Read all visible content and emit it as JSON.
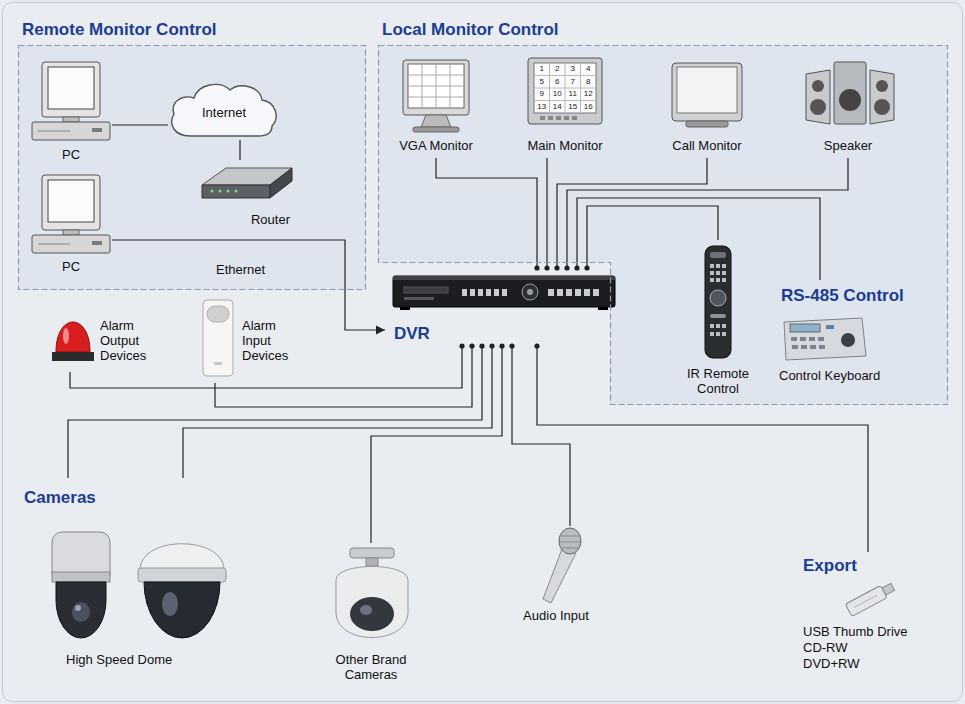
{
  "diagram": {
    "nodes": [
      {
        "text": [
          "Remote Monitor Control"
        ]
      },
      {
        "text": [
          "PC"
        ],
        "in": 0
      },
      {
        "text": [
          "Internet"
        ],
        "in": 0
      },
      {
        "text": [
          "PC"
        ],
        "in": 0
      },
      {
        "text": [
          "Router"
        ],
        "in": 0
      },
      {
        "text": [
          "Local Monitor Control"
        ]
      },
      {
        "text": [
          "VGA Monitor"
        ],
        "in": 5
      },
      {
        "text": [
          "Main Monitor"
        ],
        "in": 5
      },
      {
        "text": [
          "Call Monitor"
        ],
        "in": 5
      },
      {
        "text": [
          "Speaker"
        ],
        "in": 5
      },
      {
        "text": [
          "IR Remote Control"
        ],
        "in": 5
      },
      {
        "text": [
          "RS-485 Control",
          "Control Keyboard"
        ],
        "in": 5
      },
      {
        "text": [
          "DVR"
        ]
      },
      {
        "text": [
          "Alarm Output Devices"
        ]
      },
      {
        "text": [
          "Alarm Input Devices"
        ]
      },
      {
        "text": [
          "Cameras",
          "High Speed Dome"
        ]
      },
      {
        "text": [
          "Other Brand Cameras"
        ]
      },
      {
        "text": [
          "Audio Input"
        ]
      },
      {
        "text": [
          "Export",
          "USB Thumb Drive",
          "CD-RW",
          "DVD+RW"
        ]
      }
    ],
    "edges": [
      {
        "from": 1,
        "to": 2,
        "arrow": "none"
      },
      {
        "from": 2,
        "to": 4,
        "arrow": "none"
      },
      {
        "from": 3,
        "to": 12,
        "arrow": "to"
      },
      {
        "from": 12,
        "to": 6,
        "arrow": "none"
      },
      {
        "from": 12,
        "to": 7,
        "arrow": "none"
      },
      {
        "from": 12,
        "to": 8,
        "arrow": "none"
      },
      {
        "from": 12,
        "to": 9,
        "arrow": "none"
      },
      {
        "from": 12,
        "to": 10,
        "arrow": "none"
      },
      {
        "from": 12,
        "to": 11,
        "arrow": "none"
      },
      {
        "from": 12,
        "to": 13,
        "arrow": "none"
      },
      {
        "from": 12,
        "to": 14,
        "arrow": "none"
      },
      {
        "from": 12,
        "to": 15,
        "arrow": "none"
      },
      {
        "from": 12,
        "to": 15,
        "arrow": "none"
      },
      {
        "from": 12,
        "to": 16,
        "arrow": "none"
      },
      {
        "from": 12,
        "to": 17,
        "arrow": "none"
      },
      {
        "from": 12,
        "to": 18,
        "arrow": "none"
      }
    ],
    "labels": [
      "Ethernet",
      "1",
      "2",
      "3",
      "4",
      "5",
      "6",
      "7",
      "8",
      "9",
      "10",
      "11",
      "12",
      "13",
      "14",
      "15",
      "16"
    ]
  }
}
